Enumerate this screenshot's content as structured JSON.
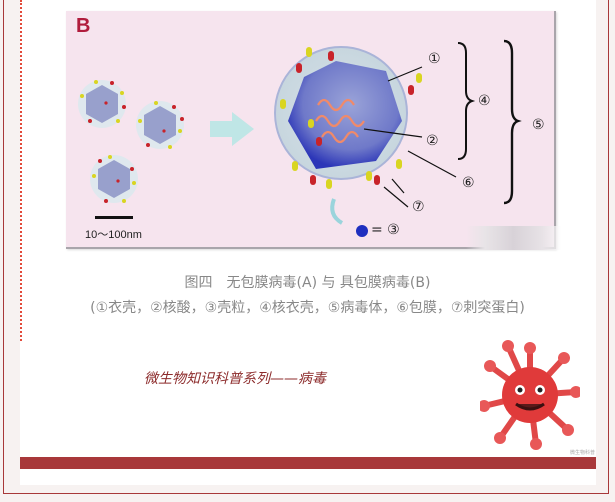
{
  "figure": {
    "panel_label": "B",
    "scale_bar_label": "10～100nm",
    "labels": {
      "coat": "①",
      "nucleic_acid": "②",
      "capsomere": "③",
      "nucleocapsid": "④",
      "virion": "⑤",
      "envelope": "⑥",
      "spike_protein": "⑦"
    },
    "capsomere_equation": "= ③"
  },
  "caption": {
    "title": "图四　无包膜病毒(A) 与 具包膜病毒(B)",
    "legend": "(①衣壳，②核酸，③壳粒，④核衣壳，⑤病毒体，⑥包膜，⑦刺突蛋白)"
  },
  "footer": {
    "series_title": "微生物知识科普系列——病毒",
    "watermark": "微生物科普"
  },
  "colors": {
    "accent_red": "#a8383a",
    "dotted_line": "#e24a3a",
    "figure_bg": "#f6e4ee",
    "caption_text": "#888888",
    "series_text": "#8c2b2b",
    "mascot_red": "#e04040"
  }
}
